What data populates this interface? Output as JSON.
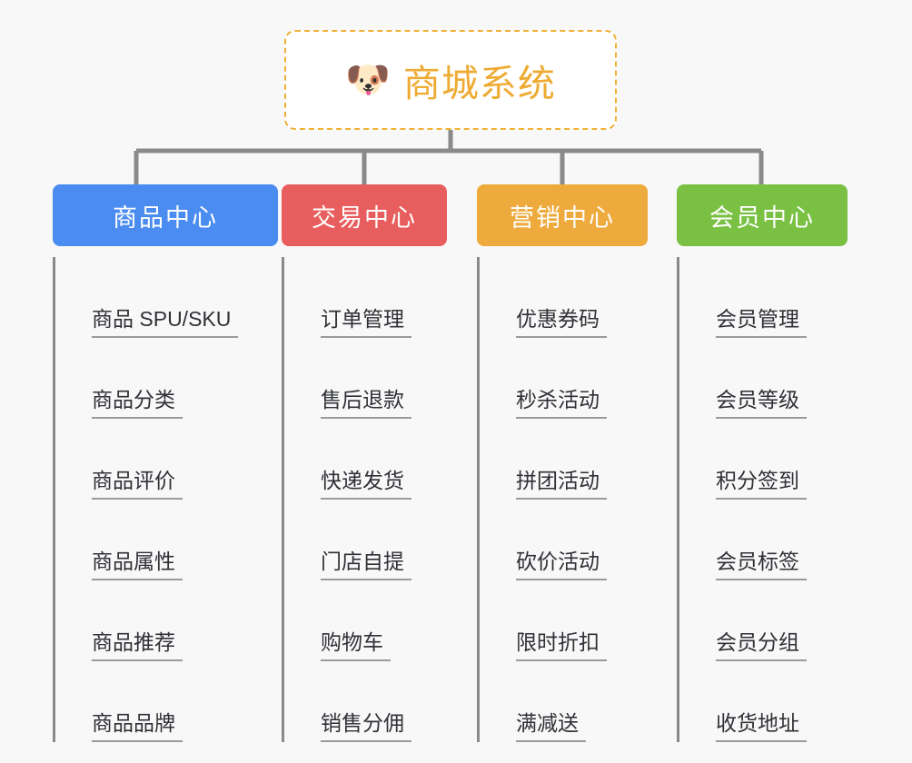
{
  "page": {
    "background_color": "#f8f8f8",
    "type": "mindmap"
  },
  "root": {
    "icon": "shiba-dog-face-icon",
    "icon_glyph": "🐶",
    "title": "商城系统",
    "text_color": "#eeab33",
    "border_color": "#efb035",
    "background_color": "#ffffff"
  },
  "connector": {
    "color": "#8a8a8a"
  },
  "branches": [
    {
      "id": "product-center",
      "label": "商品中心",
      "color": "#4a8cf0",
      "items": [
        {
          "label": "商品 SPU/SKU"
        },
        {
          "label": "商品分类"
        },
        {
          "label": "商品评价"
        },
        {
          "label": "商品属性"
        },
        {
          "label": "商品推荐"
        },
        {
          "label": "商品品牌"
        }
      ]
    },
    {
      "id": "trade-center",
      "label": "交易中心",
      "color": "#e85d5d",
      "items": [
        {
          "label": "订单管理"
        },
        {
          "label": "售后退款"
        },
        {
          "label": "快递发货"
        },
        {
          "label": "门店自提"
        },
        {
          "label": "购物车"
        },
        {
          "label": "销售分佣"
        }
      ]
    },
    {
      "id": "marketing-center",
      "label": "营销中心",
      "color": "#eeaa3c",
      "items": [
        {
          "label": "优惠券码"
        },
        {
          "label": "秒杀活动"
        },
        {
          "label": "拼团活动"
        },
        {
          "label": "砍价活动"
        },
        {
          "label": "限时折扣"
        },
        {
          "label": "满减送"
        }
      ]
    },
    {
      "id": "member-center",
      "label": "会员中心",
      "color": "#7ac143",
      "items": [
        {
          "label": "会员管理"
        },
        {
          "label": "会员等级"
        },
        {
          "label": "积分签到"
        },
        {
          "label": "会员标签"
        },
        {
          "label": "会员分组"
        },
        {
          "label": "收货地址"
        }
      ]
    }
  ]
}
